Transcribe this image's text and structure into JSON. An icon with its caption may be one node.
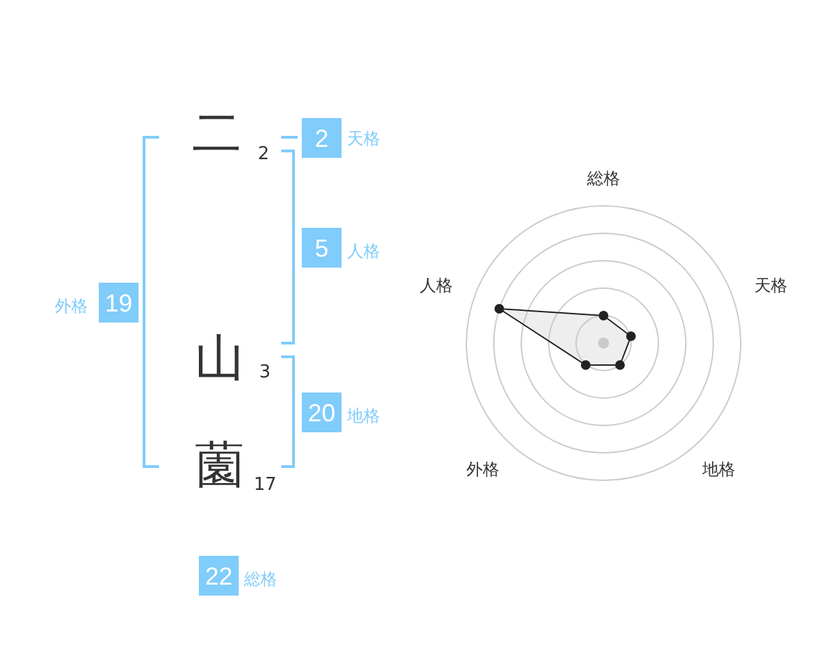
{
  "diagram": {
    "nodes": [
      {
        "text": [
          "2"
        ],
        "beside": [
          "天格"
        ]
      },
      {
        "text": [
          "5"
        ],
        "beside": [
          "人格"
        ]
      },
      {
        "text": [
          "19"
        ],
        "beside": [
          "外格"
        ]
      },
      {
        "text": [
          "20"
        ],
        "beside": [
          "地格"
        ]
      },
      {
        "text": [
          "22"
        ],
        "beside": [
          "総格"
        ]
      }
    ],
    "labels": [
      "二",
      "2",
      "山",
      "3",
      "薗",
      "17",
      "総格",
      "人格",
      "天格",
      "外格",
      "地格"
    ]
  }
}
